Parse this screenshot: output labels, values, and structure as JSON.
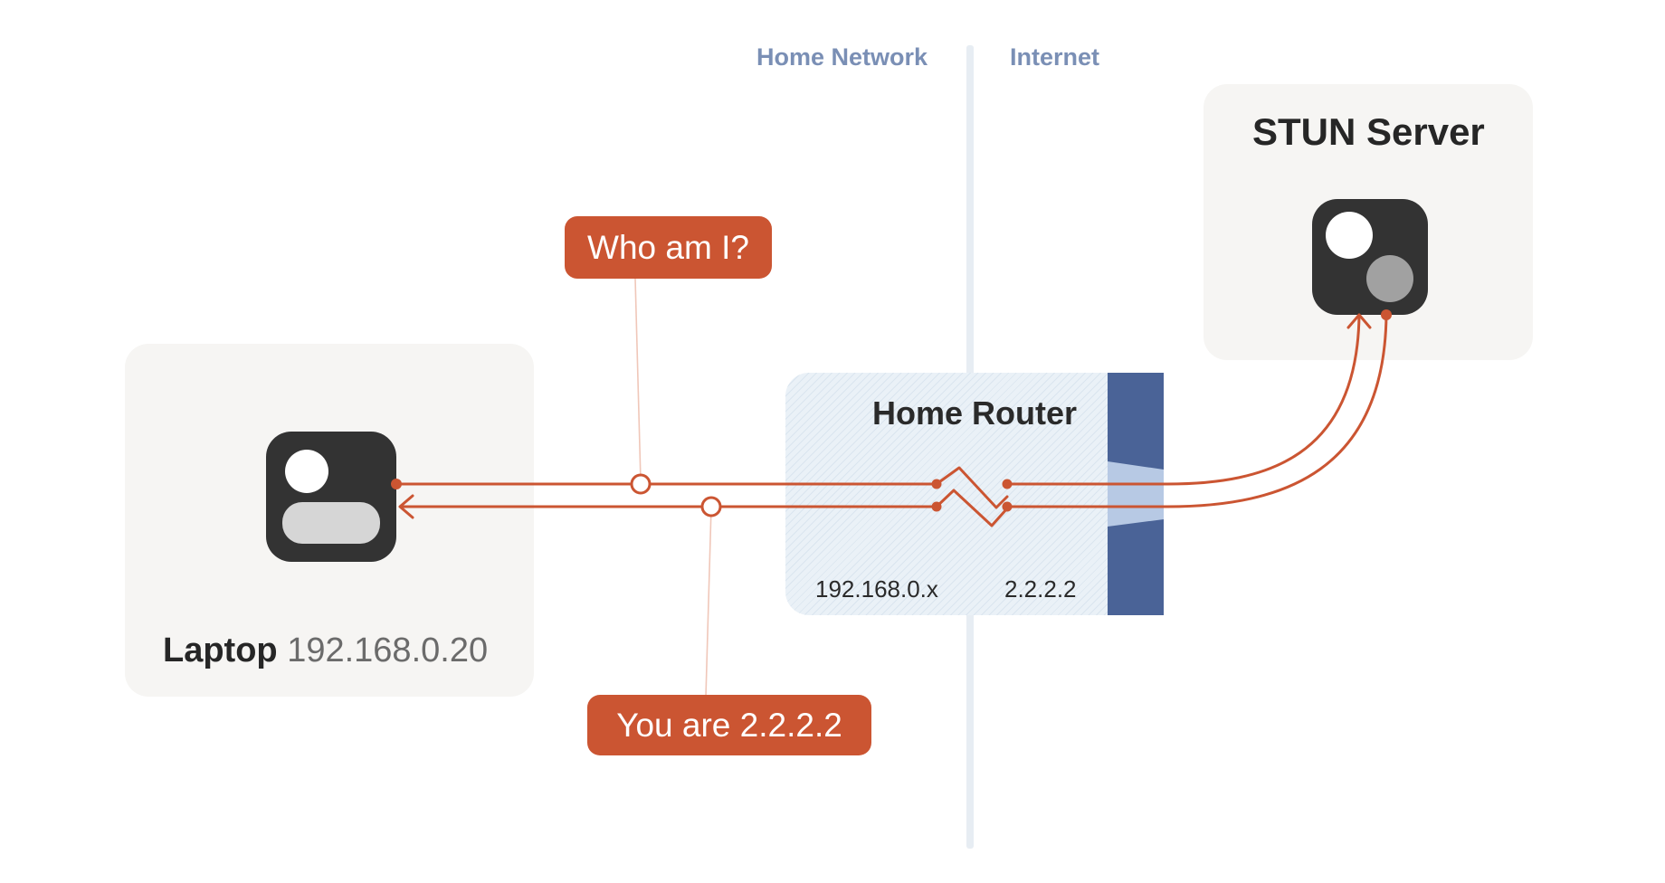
{
  "zones": {
    "left": "Home Network",
    "right": "Internet"
  },
  "laptop": {
    "name": "Laptop",
    "ip": "192.168.0.20"
  },
  "stun_server": {
    "title": "STUN Server"
  },
  "router": {
    "title": "Home Router",
    "inner_ip": "192.168.0.x",
    "outer_ip": "2.2.2.2"
  },
  "messages": {
    "request": "Who am I?",
    "response": "You are 2.2.2.2"
  },
  "colors": {
    "link": "#cb5532",
    "wall": "#4a6397",
    "zone_label": "#7a8fb5",
    "card": "#f6f5f3",
    "device": "#333333"
  }
}
